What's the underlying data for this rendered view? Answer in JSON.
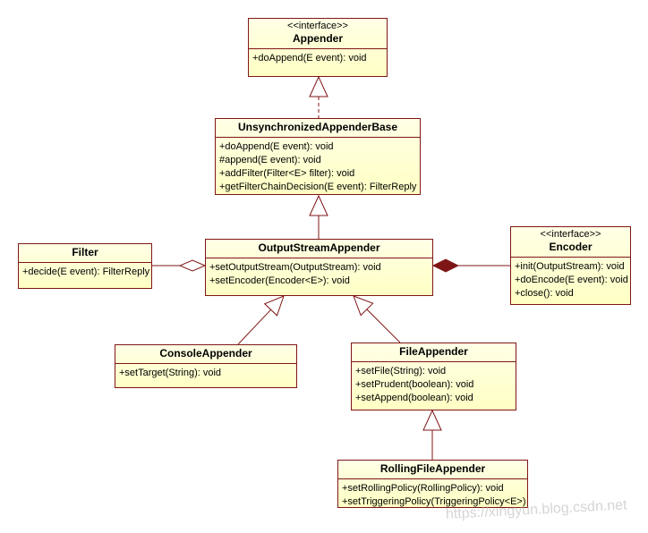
{
  "diagram": {
    "background": "#ffffff",
    "colors": {
      "box_fill": "#ffffcc",
      "box_border": "#7f1616",
      "line": "#7f1616",
      "text": "#000000",
      "watermark": "#bdbdbd"
    },
    "classes": [
      {
        "id": "appender",
        "stereotype": "<<interface>>",
        "name": "Appender",
        "methods": [
          "+doAppend(E event): void"
        ]
      },
      {
        "id": "unsynchronized-appender-base",
        "stereotype": "",
        "name": "UnsynchronizedAppenderBase",
        "methods": [
          "+doAppend(E event): void",
          "#append(E event): void",
          "+addFilter(Filter<E> filter): void",
          "+getFilterChainDecision(E event): FilterReply"
        ]
      },
      {
        "id": "output-stream-appender",
        "stereotype": "",
        "name": "OutputStreamAppender",
        "methods": [
          "+setOutputStream(OutputStream): void",
          "+setEncoder(Encoder<E>): void"
        ]
      },
      {
        "id": "filter",
        "stereotype": "",
        "name": "Filter",
        "methods": [
          "+decide(E event): FilterReply"
        ]
      },
      {
        "id": "encoder",
        "stereotype": "<<interface>>",
        "name": "Encoder",
        "methods": [
          "+init(OutputStream): void",
          "+doEncode(E event): void",
          "+close(): void"
        ]
      },
      {
        "id": "console-appender",
        "stereotype": "",
        "name": "ConsoleAppender",
        "methods": [
          "+setTarget(String): void"
        ]
      },
      {
        "id": "file-appender",
        "stereotype": "",
        "name": "FileAppender",
        "methods": [
          "+setFile(String): void",
          "+setPrudent(boolean): void",
          "+setAppend(boolean): void"
        ]
      },
      {
        "id": "rolling-file-appender",
        "stereotype": "",
        "name": "RollingFileAppender",
        "methods": [
          "+setRollingPolicy(RollingPolicy): void",
          "+setTriggeringPolicy(TriggeringPolicy<E>)"
        ]
      }
    ],
    "relationships": [
      {
        "from": "UnsynchronizedAppenderBase",
        "to": "Appender",
        "type": "realization"
      },
      {
        "from": "OutputStreamAppender",
        "to": "UnsynchronizedAppenderBase",
        "type": "generalization"
      },
      {
        "from": "OutputStreamAppender",
        "to": "Filter",
        "type": "aggregation"
      },
      {
        "from": "OutputStreamAppender",
        "to": "Encoder",
        "type": "composition"
      },
      {
        "from": "ConsoleAppender",
        "to": "OutputStreamAppender",
        "type": "generalization"
      },
      {
        "from": "FileAppender",
        "to": "OutputStreamAppender",
        "type": "generalization"
      },
      {
        "from": "RollingFileAppender",
        "to": "FileAppender",
        "type": "generalization"
      }
    ],
    "watermark": "https://xingyun.blog.csdn.net"
  }
}
